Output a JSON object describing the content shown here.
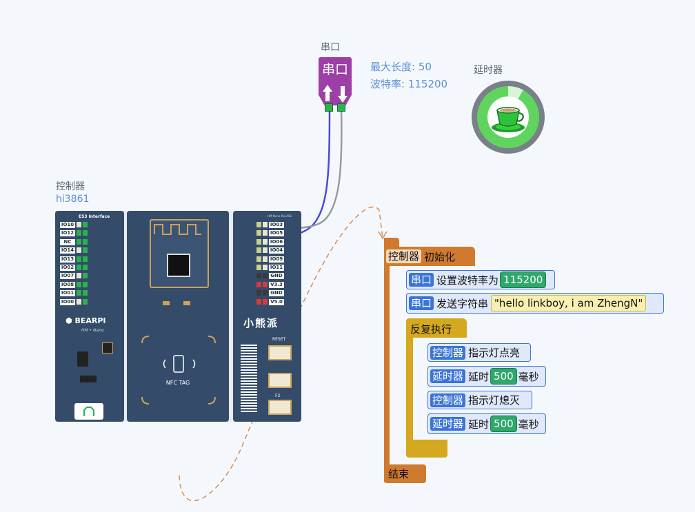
{
  "serial": {
    "caption": "串口",
    "title": "串口",
    "param_maxlen": "最大长度: 50",
    "param_baud": "波特率: 115200"
  },
  "timer": {
    "caption": "延时器"
  },
  "controller": {
    "caption": "控制器",
    "model": "hi3861",
    "board": {
      "left_pins": [
        "IO10",
        "IO12",
        "NC",
        "IO14",
        "IO13",
        "IO02",
        "IO07",
        "IO08",
        "IO01",
        "IO00"
      ],
      "right_pins": [
        "IO03",
        "IO05",
        "IO06",
        "IO04",
        "IO09",
        "IO11",
        "GND",
        "V3.3",
        "GND",
        "V5.0"
      ],
      "chip_title": "E53 Interface",
      "brand": "BEARPI",
      "sub_brand": "HM • Nano",
      "nfc": "NFC TAG",
      "cn_brand": "小熊派",
      "reset": "RESET",
      "f2": "F2",
      "ant_label": "HM-Nano-RevA02"
    }
  },
  "program": {
    "init_tag": "控制器",
    "init_label": "初始化",
    "set_baud_tag": "串口",
    "set_baud_label": "设置波特率为",
    "set_baud_value": "115200",
    "send_tag": "串口",
    "send_label": "发送字符串",
    "send_value": "\"hello linkboy, i am ZhengN\"",
    "loop_label": "反复执行",
    "led_on_tag": "控制器",
    "led_on_label": "指示灯点亮",
    "delay1_tag": "延时器",
    "delay1_label": "延时",
    "delay1_value": "500",
    "delay1_unit": "毫秒",
    "led_off_tag": "控制器",
    "led_off_label": "指示灯熄灭",
    "delay2_tag": "延时器",
    "delay2_label": "延时",
    "delay2_value": "500",
    "delay2_unit": "毫秒",
    "end_label": "结束"
  },
  "colors": {
    "serial_purple": "#9c3fa6",
    "timer_green": "#5fd45f",
    "block_orange": "#cf7a2e",
    "block_yellow": "#d4a81f",
    "block_blue": "#3b74d6",
    "board_navy": "#344b6a",
    "wire_blue": "#4a4ad8",
    "wire_gray": "#9a9a9a",
    "dashed_orange": "#e08a4a"
  }
}
